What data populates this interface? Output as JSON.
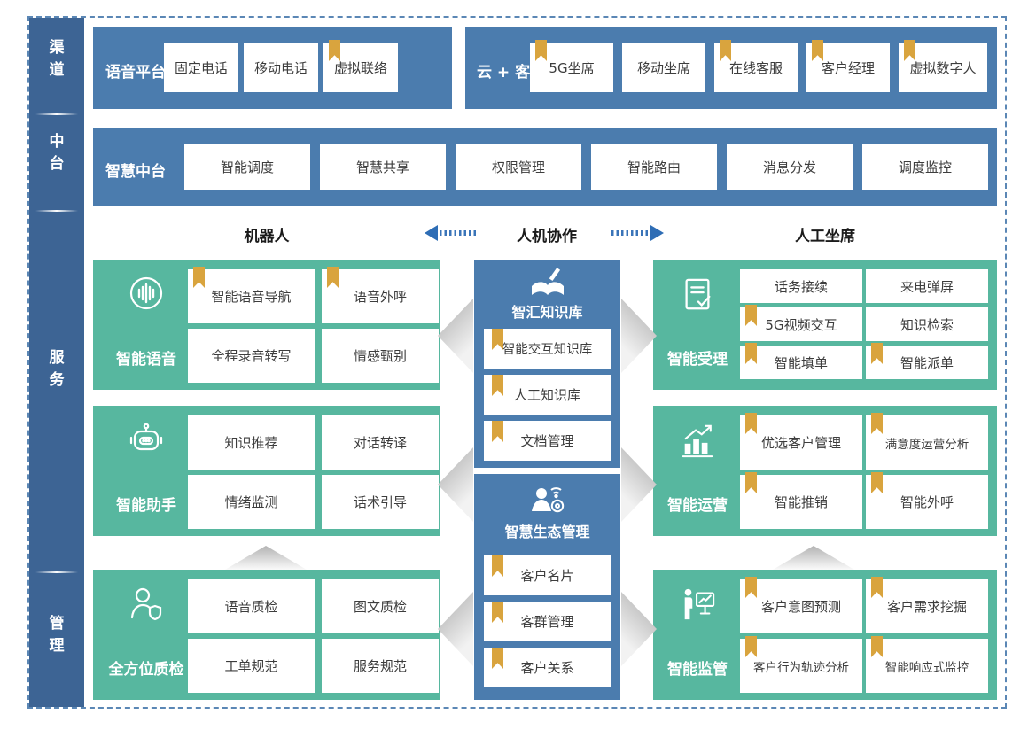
{
  "colors": {
    "sidebar_blue": "#3d6494",
    "panel_blue": "#4b7cae",
    "service_teal": "#57b79f",
    "bookmark_gold": "#d9a43e",
    "arrow_blue": "#2e6db5",
    "dashed_border_blue": "#5b87b5"
  },
  "sidebar": {
    "items": [
      {
        "label": "渠道"
      },
      {
        "label": "中台"
      },
      {
        "label": "服务"
      },
      {
        "label": "管理"
      }
    ]
  },
  "channel_row": {
    "voice_panel": {
      "title": "语音平台",
      "items": [
        {
          "label": "固定电话",
          "bookmark": false
        },
        {
          "label": "移动电话",
          "bookmark": false
        },
        {
          "label": "虚拟联络",
          "bookmark": true
        }
      ]
    },
    "cloud_panel": {
      "title": "云 + 客服",
      "items": [
        {
          "label": "5G坐席",
          "bookmark": true
        },
        {
          "label": "移动坐席",
          "bookmark": false
        },
        {
          "label": "在线客服",
          "bookmark": true
        },
        {
          "label": "客户经理",
          "bookmark": true
        },
        {
          "label": "虚拟数字人",
          "bookmark": true
        }
      ]
    }
  },
  "midplatform_row": {
    "title": "智慧中台",
    "items": [
      {
        "label": "智能调度"
      },
      {
        "label": "智慧共享"
      },
      {
        "label": "权限管理"
      },
      {
        "label": "智能路由"
      },
      {
        "label": "消息分发"
      },
      {
        "label": "调度监控"
      }
    ]
  },
  "collab_header": {
    "left": "机器人",
    "center": "人机协作",
    "right": "人工坐席"
  },
  "robot_column": {
    "blocks": [
      {
        "title": "智能语音",
        "icon": "voice-wave-icon",
        "items": [
          {
            "label": "智能语音导航",
            "bookmark": true
          },
          {
            "label": "语音外呼",
            "bookmark": true
          },
          {
            "label": "全程录音转写",
            "bookmark": false
          },
          {
            "label": "情感甄别",
            "bookmark": false
          }
        ]
      },
      {
        "title": "智能助手",
        "icon": "robot-icon",
        "items": [
          {
            "label": "知识推荐",
            "bookmark": false
          },
          {
            "label": "对话转译",
            "bookmark": false
          },
          {
            "label": "情绪监测",
            "bookmark": false
          },
          {
            "label": "话术引导",
            "bookmark": false
          }
        ]
      },
      {
        "title": "全方位质检",
        "icon": "inspector-badge-icon",
        "items": [
          {
            "label": "语音质检",
            "bookmark": false
          },
          {
            "label": "图文质检",
            "bookmark": false
          },
          {
            "label": "工单规范",
            "bookmark": false
          },
          {
            "label": "服务规范",
            "bookmark": false
          }
        ]
      }
    ]
  },
  "center_column": {
    "panels": [
      {
        "title": "智汇知识库",
        "icon": "knowledge-book-icon",
        "items": [
          {
            "label": "智能交互知识库",
            "bookmark": true
          },
          {
            "label": "人工知识库",
            "bookmark": true
          },
          {
            "label": "文档管理",
            "bookmark": true
          }
        ]
      },
      {
        "title": "智慧生态管理",
        "icon": "ecosystem-person-icon",
        "items": [
          {
            "label": "客户名片",
            "bookmark": true
          },
          {
            "label": "客群管理",
            "bookmark": true
          },
          {
            "label": "客户关系",
            "bookmark": true
          }
        ]
      }
    ]
  },
  "agent_column": {
    "blocks": [
      {
        "title": "智能受理",
        "icon": "document-check-icon",
        "items": [
          {
            "label": "话务接续",
            "bookmark": false
          },
          {
            "label": "来电弹屏",
            "bookmark": false
          },
          {
            "label": "5G视频交互",
            "bookmark": true
          },
          {
            "label": "知识检索",
            "bookmark": false
          },
          {
            "label": "智能填单",
            "bookmark": true
          },
          {
            "label": "智能派单",
            "bookmark": true
          }
        ]
      },
      {
        "title": "智能运营",
        "icon": "chart-growth-icon",
        "items": [
          {
            "label": "优选客户管理",
            "bookmark": true
          },
          {
            "label": "满意度运营分析",
            "bookmark": true
          },
          {
            "label": "智能推销",
            "bookmark": true
          },
          {
            "label": "智能外呼",
            "bookmark": true
          }
        ]
      },
      {
        "title": "智能监管",
        "icon": "monitor-presenter-icon",
        "items": [
          {
            "label": "客户意图预测",
            "bookmark": true
          },
          {
            "label": "客户需求挖掘",
            "bookmark": true
          },
          {
            "label": "客户行为轨迹分析",
            "bookmark": true
          },
          {
            "label": "智能响应式监控",
            "bookmark": true
          }
        ]
      }
    ]
  }
}
